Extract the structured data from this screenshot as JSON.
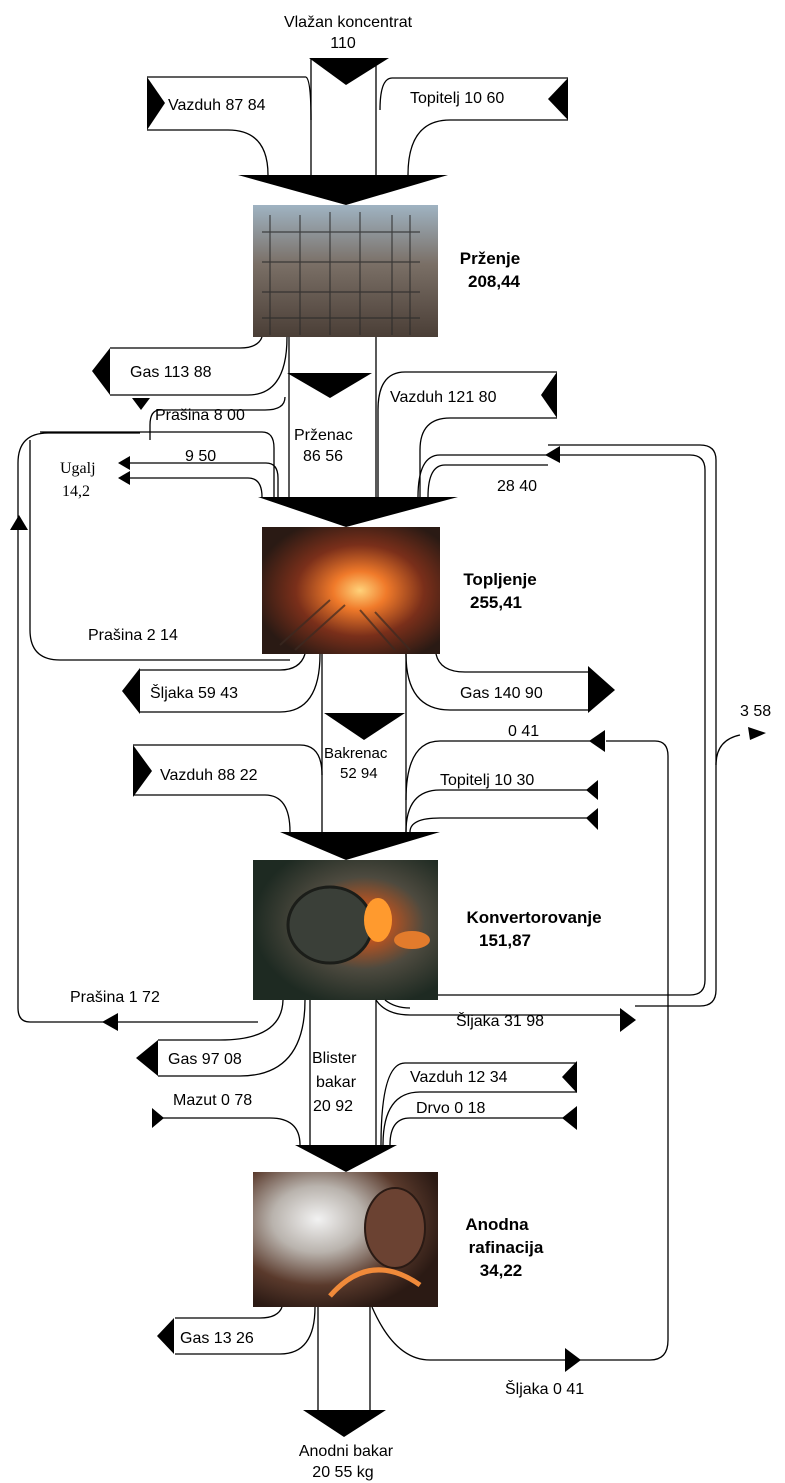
{
  "inputs": {
    "concentrate_name": "Vlažan koncentrat",
    "concentrate_value": "110",
    "air_roast": "Vazduh 87 84",
    "flux_roast": "Topitelj 10 60"
  },
  "stages": [
    {
      "name": "Prženje",
      "value": "208,44",
      "photo": "roasting-plant-photo"
    },
    {
      "name": "Topljenje",
      "value": "255,41",
      "photo": "smelting-furnace-photo"
    },
    {
      "name": "Konvertorovanje",
      "value": "151,87",
      "photo": "converter-photo"
    },
    {
      "name": "Anodna",
      "name2": "rafinacija",
      "value": "34,22",
      "photo": "anode-refining-photo"
    }
  ],
  "flows": {
    "gas_roast": "Gas 113 88",
    "dust_roast": "Prašina 8 00",
    "calcine_1": "Prženac",
    "calcine_2": "86 56",
    "air_smelt": "Vazduh 121 80",
    "recycle_950": "9 50",
    "coal_1": "Ugalj",
    "coal_2": "14,2",
    "recycle_2840": "28 40",
    "dust_smelt": "Prašina 2 14",
    "slag_smelt": "Šljaka 59 43",
    "gas_smelt": "Gas 140 90",
    "out_358": "3 58",
    "recycle_041": "0 41",
    "matte_1": "Bakrenac",
    "matte_2": "52 94",
    "air_conv": "Vazduh 88 22",
    "flux_conv": "Topitelj 10 30",
    "dust_conv": "Prašina 1 72",
    "slag_conv": "Šljaka 31 98",
    "gas_conv": "Gas 97 08",
    "blister_1": "Blister",
    "blister_2": "bakar",
    "blister_3": "20 92",
    "air_ref": "Vazduh 12 34",
    "fuel_ref": "Mazut 0 78",
    "wood_ref": "Drvo 0 18",
    "gas_ref": "Gas 13 26",
    "slag_ref": "Šljaka 0 41",
    "anode_1": "Anodni bakar",
    "anode_2": "20 55 kg"
  }
}
